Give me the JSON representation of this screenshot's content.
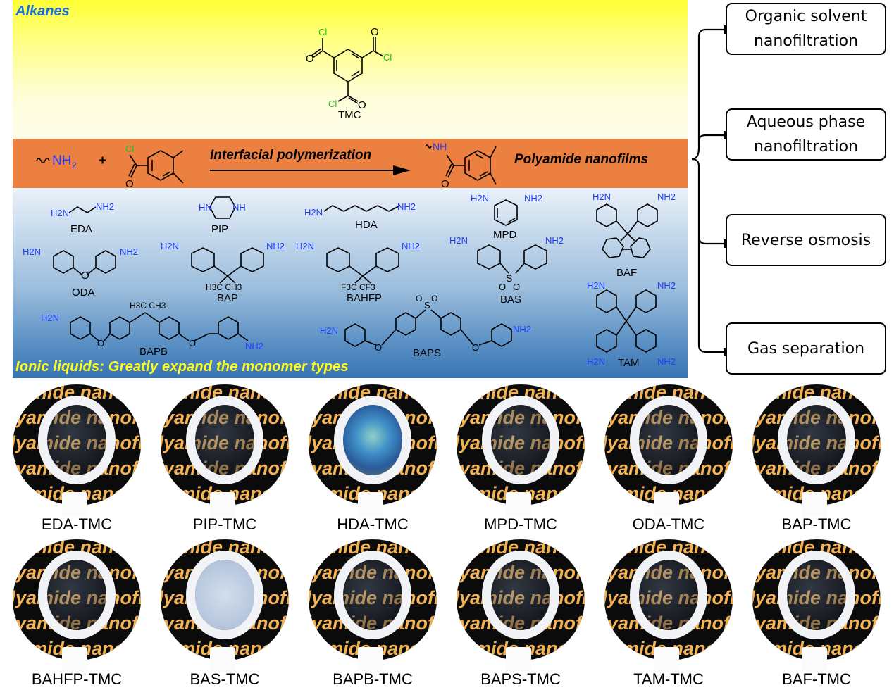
{
  "figure": {
    "phases": {
      "top_label": "Alkanes",
      "bottom_label": "Ionic liquids: Greatly expand the monomer types"
    },
    "top_monomer": {
      "name": "TMC",
      "substituent_label": "Cl",
      "oxygen_label": "O"
    },
    "reaction": {
      "amine_label": "NH",
      "amine_subscript": "2",
      "plus": "+",
      "acyl_chloride_label": "Cl",
      "arrow_label": "Interfacial polymerization",
      "product_nh_label": "NH",
      "product_label": "Polyamide nanofilms",
      "colors": {
        "alkane_phase": "#ffff33",
        "interface": "#ec8040",
        "ionic_phase": "#3874b4",
        "amine_text": "#1f3fff",
        "chlorine_text": "#22c322",
        "ionic_label": "#ffff1a",
        "alkane_label": "#1670e0"
      }
    },
    "amine_monomers": [
      {
        "name": "EDA",
        "groups": [
          "H2N",
          "NH2"
        ]
      },
      {
        "name": "PIP",
        "groups": [
          "HN",
          "NH"
        ]
      },
      {
        "name": "HDA",
        "groups": [
          "H2N",
          "NH2"
        ]
      },
      {
        "name": "MPD",
        "groups": [
          "H2N",
          "NH2"
        ]
      },
      {
        "name": "BAF",
        "groups": [
          "H2N",
          "NH2"
        ]
      },
      {
        "name": "ODA",
        "groups": [
          "H2N",
          "NH2"
        ],
        "linker": "O"
      },
      {
        "name": "BAP",
        "groups": [
          "H2N",
          "NH2"
        ],
        "linker": "H3C CH3"
      },
      {
        "name": "BAHFP",
        "groups": [
          "H2N",
          "NH2"
        ],
        "linker": "F3C CF3"
      },
      {
        "name": "BAS",
        "groups": [
          "H2N",
          "NH2"
        ],
        "linker": "S O O"
      },
      {
        "name": "TAM",
        "groups": [
          "H2N",
          "NH2",
          "H2N",
          "NH2"
        ]
      },
      {
        "name": "BAPB",
        "groups": [
          "H2N",
          "NH2"
        ],
        "linker": "H3C CH3"
      },
      {
        "name": "BAPS",
        "groups": [
          "H2N",
          "NH2"
        ],
        "linker": "O S O"
      }
    ],
    "applications": [
      {
        "line1": "Organic solvent",
        "line2": "nanofiltration"
      },
      {
        "line1": "Aqueous phase",
        "line2": "nanofiltration"
      },
      {
        "line1": "Reverse osmosis",
        "line2": ""
      },
      {
        "line1": "Gas separation",
        "line2": ""
      }
    ],
    "photo_background_text": [
      "amide nano",
      "olyamide nanofil",
      "olyamide nanofilm",
      "olyamide nanofil",
      "amide nano"
    ],
    "photos": [
      {
        "label": "EDA-TMC",
        "film": "dark"
      },
      {
        "label": "PIP-TMC",
        "film": "dark"
      },
      {
        "label": "HDA-TMC",
        "film": "iridescent"
      },
      {
        "label": "MPD-TMC",
        "film": "dark"
      },
      {
        "label": "ODA-TMC",
        "film": "dark"
      },
      {
        "label": "BAP-TMC",
        "film": "dark"
      },
      {
        "label": "BAHFP-TMC",
        "film": "dark"
      },
      {
        "label": "BAS-TMC",
        "film": "milky"
      },
      {
        "label": "BAPB-TMC",
        "film": "dark"
      },
      {
        "label": "BAPS-TMC",
        "film": "dark"
      },
      {
        "label": "TAM-TMC",
        "film": "dark"
      },
      {
        "label": "BAF-TMC",
        "film": "dark"
      }
    ]
  }
}
